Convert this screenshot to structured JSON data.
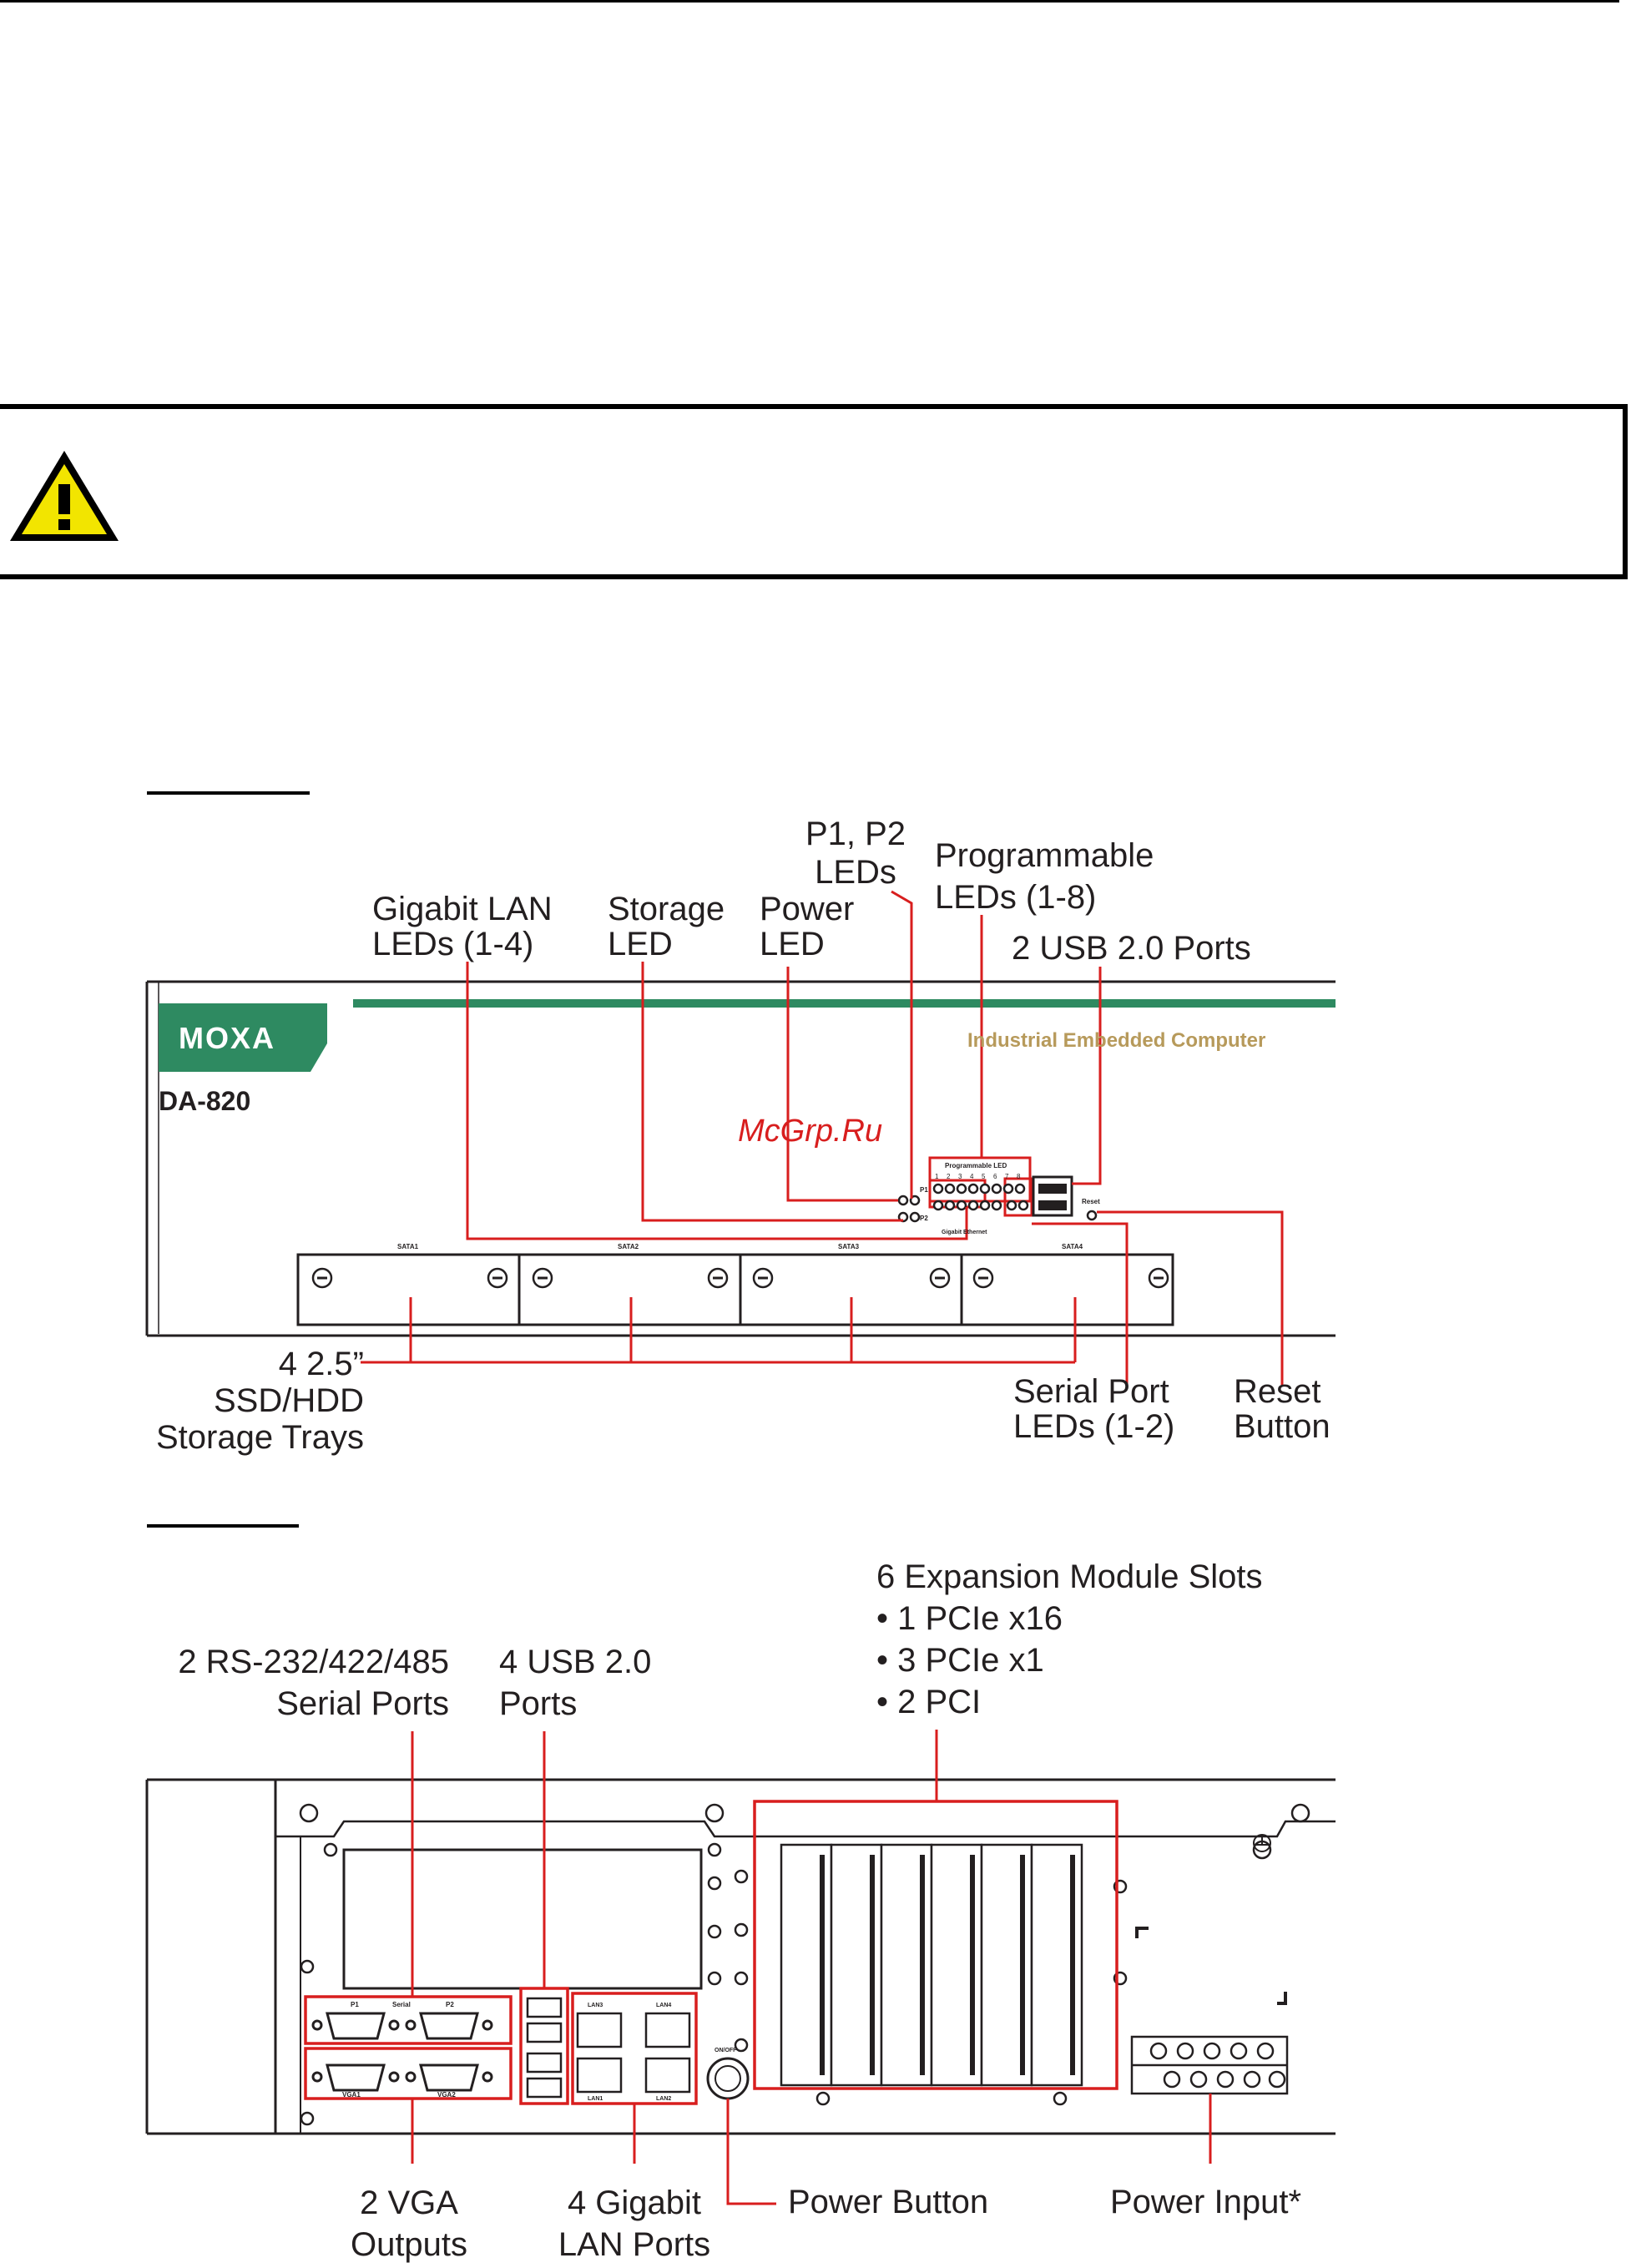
{
  "front_view": {
    "logo": "MOXA",
    "model": "DA-820",
    "product_line": "Industrial Embedded Computer",
    "panel_text": {
      "programmable_led_header": "Programmable LED",
      "led_numbers": [
        "1",
        "2",
        "3",
        "4",
        "5",
        "6",
        "7",
        "8"
      ],
      "p1": "P1",
      "p2": "P2",
      "gigabit_ethernet": "Gigabit Ethernet",
      "reset": "Reset",
      "sata": [
        "SATA1",
        "SATA2",
        "SATA3",
        "SATA4"
      ]
    },
    "callouts": {
      "p1p2_leds": "P1, P2\nLEDs",
      "programmable_leds": "Programmable\nLEDs (1-8)",
      "gigabit_lan_leds": "Gigabit LAN\nLEDs (1-4)",
      "storage_led": "Storage\nLED",
      "power_led": "Power\nLED",
      "usb_ports": "2 USB 2.0 Ports",
      "storage_trays": "4 2.5”\nSSD/HDD\nStorage Trays",
      "serial_port_leds": "Serial Port\nLEDs (1-2)",
      "reset_button": "Reset\nButton"
    }
  },
  "rear_view": {
    "panel_text": {
      "serial": "Serial",
      "p1": "P1",
      "p2": "P2",
      "vga1": "VGA1",
      "vga2": "VGA2",
      "lan3": "LAN3",
      "lan4": "LAN4",
      "lan1": "LAN1",
      "lan2": "LAN2",
      "onoff": "ON/OFF"
    },
    "callouts": {
      "serial_ports": "2 RS-232/422/485\nSerial Ports",
      "usb_ports": "4 USB 2.0\nPorts",
      "expansion_slots": "6 Expansion Module Slots\n• 1 PCIe x16\n• 3 PCIe x1\n• 2 PCI",
      "vga_outputs": "2 VGA\nOutputs",
      "lan_ports": "4 Gigabit\nLAN Ports",
      "power_button": "Power Button",
      "power_input": "Power Input*"
    }
  },
  "watermark": "McGrp.Ru",
  "colors": {
    "callout_line": "#d81e1e",
    "brand": "#2e8a61",
    "product_line_text": "#b79a5b"
  }
}
